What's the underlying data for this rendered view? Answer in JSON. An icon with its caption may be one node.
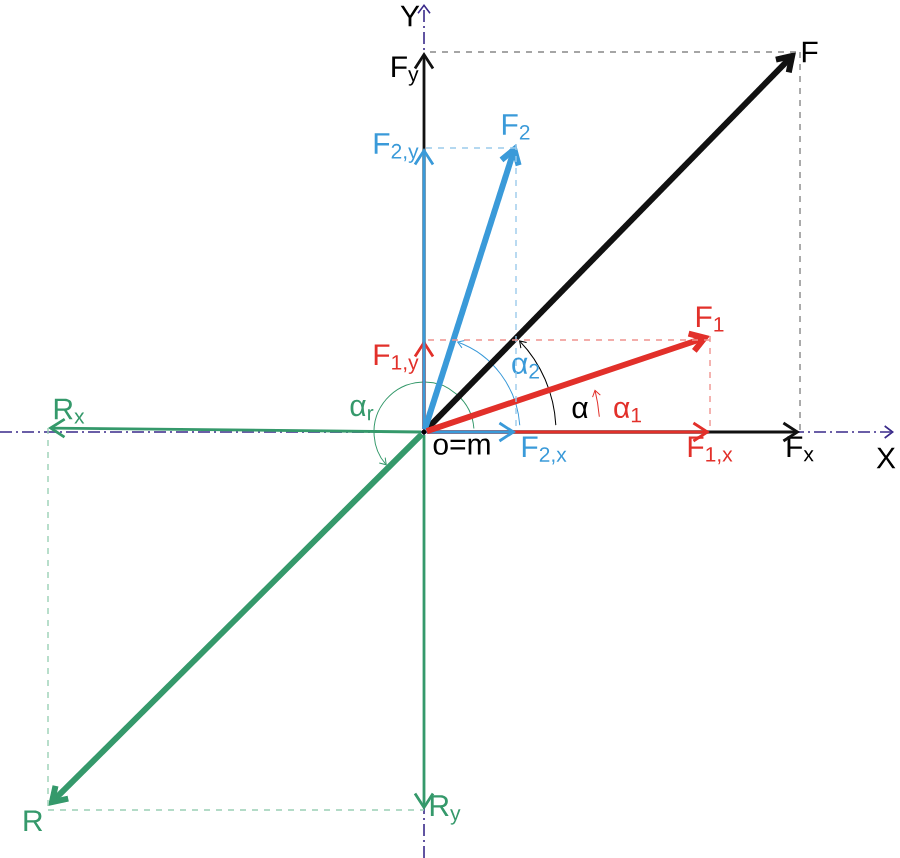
{
  "diagram": {
    "nodes": [
      {
        "text": [],
        "shape": "circle",
        "beside": [
          "o=m"
        ]
      },
      {
        "text": [
          "F"
        ]
      },
      {
        "text": [
          "F$_{2}$"
        ]
      },
      {
        "text": [
          "F$_{1}$"
        ]
      },
      {
        "text": [
          "F$_{x}$"
        ]
      },
      {
        "text": [
          "F$_{y}$"
        ]
      },
      {
        "text": [
          "F$_{2,y}$"
        ]
      },
      {
        "text": [
          "F$_{1,y}$"
        ]
      },
      {
        "text": [
          "F$_{2,x}$"
        ]
      },
      {
        "text": [
          "F$_{1,x}$"
        ]
      },
      {
        "text": [
          "R$_{x}$"
        ]
      },
      {
        "text": [
          "R$_{y}$"
        ]
      },
      {
        "text": [
          "R"
        ]
      }
    ],
    "edges": [
      {
        "from": 0,
        "to": 4,
        "arrow": "to",
        "color": "#111111"
      },
      {
        "from": 0,
        "to": 5,
        "arrow": "to",
        "color": "#111111"
      },
      {
        "from": 0,
        "to": 9,
        "arrow": "to",
        "color": "#e2302a"
      },
      {
        "from": 0,
        "to": 7,
        "arrow": "to",
        "color": "#e2302a"
      },
      {
        "from": 0,
        "to": 6,
        "arrow": "to",
        "color": "#3a9ad9"
      },
      {
        "from": 0,
        "to": 8,
        "arrow": "to",
        "color": "#3a9ad9"
      },
      {
        "from": 0,
        "to": 10,
        "arrow": "to",
        "color": "#35996b"
      },
      {
        "from": 0,
        "to": 11,
        "arrow": "to",
        "color": "#35996b"
      },
      {
        "from": 0,
        "to": 1,
        "arrow": "to",
        "style": "thick",
        "color": "#111111"
      },
      {
        "from": 0,
        "to": 2,
        "arrow": "to",
        "style": "thick",
        "color": "#3a9ad9"
      },
      {
        "from": 0,
        "to": 3,
        "arrow": "to",
        "style": "thick",
        "color": "#e2302a"
      },
      {
        "from": 0,
        "to": 12,
        "arrow": "to",
        "style": "thick",
        "color": "#35996b"
      },
      {
        "from": 1,
        "to": 4,
        "arrow": "none",
        "style": "dashed",
        "color": "#888888"
      },
      {
        "from": 1,
        "to": 5,
        "arrow": "none",
        "style": "dashed",
        "color": "#888888"
      },
      {
        "from": 2,
        "to": 8,
        "arrow": "none",
        "style": "dashed",
        "color": "#9ccbec"
      },
      {
        "from": 2,
        "to": 6,
        "arrow": "none",
        "style": "dashed",
        "color": "#9ccbec"
      },
      {
        "from": 3,
        "to": 9,
        "arrow": "none",
        "style": "dashed",
        "color": "#f0938f"
      },
      {
        "from": 3,
        "to": 7,
        "arrow": "none",
        "style": "dashed",
        "color": "#f0938f"
      },
      {
        "from": 12,
        "to": 10,
        "arrow": "none",
        "style": "dashed",
        "color": "#9ad0b5"
      },
      {
        "from": 12,
        "to": 11,
        "arrow": "none",
        "style": "dashed",
        "color": "#9ad0b5"
      }
    ],
    "labels": [
      "Y",
      "X",
      "α$_{2}$",
      "α$_{r}$",
      "α",
      "α$_{1}$"
    ]
  }
}
